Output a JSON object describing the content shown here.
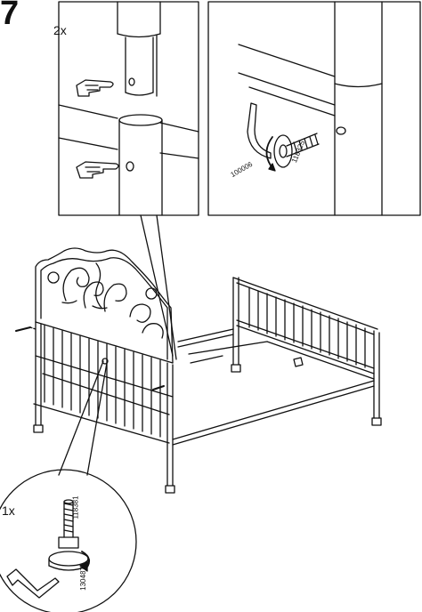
{
  "step": {
    "number": "7"
  },
  "detail_top": {
    "quantity": "2x"
  },
  "detail_right": {
    "part_a": "100006",
    "part_b": "118325"
  },
  "detail_bottom": {
    "quantity": "1x",
    "part_a": "118381",
    "part_b": "130487"
  }
}
